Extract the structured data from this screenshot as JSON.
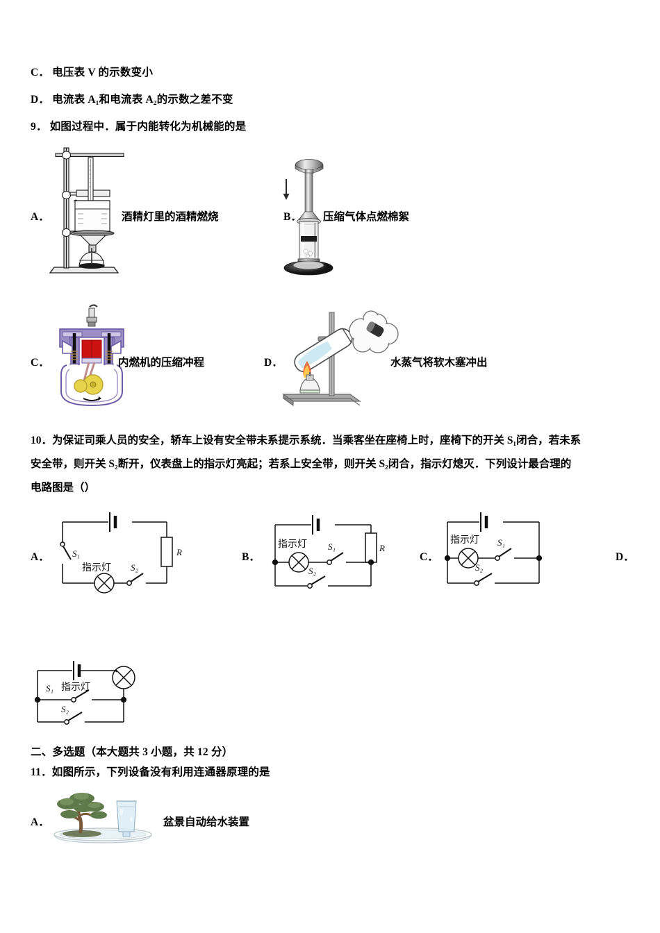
{
  "document": {
    "type": "physics-exam-paper",
    "language": "zh-CN"
  },
  "q8_options": [
    {
      "label": "C．",
      "text": "电压表 V 的示数变小"
    },
    {
      "label": "D．",
      "text": "电流表 A₁和电流表 A₂的示数之差不变"
    }
  ],
  "question9": {
    "number": "9．",
    "stem": "如图过程中．属于内能转化为机械能的是",
    "options": [
      {
        "label": "A．",
        "caption": "酒精灯里的酒精燃烧",
        "figure": "retort-stand-beaker-alcohol-lamp"
      },
      {
        "label": "B．",
        "caption": "压缩气体点燃棉絮",
        "figure": "fire-syringe"
      },
      {
        "label": "C．",
        "caption": "内燃机的压缩冲程",
        "figure": "engine-cylinder-cross-section"
      },
      {
        "label": "D．",
        "caption": "水蒸气将软木塞冲出",
        "figure": "test-tube-steam-cork"
      }
    ]
  },
  "question10": {
    "number": "10．",
    "stem_line1": "为保证司乘人员的安全，轿车上设有安全带未系提示系统．当乘客坐在座椅上时，座椅下的开关 S₁闭合，若未系",
    "stem_line2": "安全带，则开关 S₂断开，仪表盘上的指示灯亮起；若系上安全带，则开关 S₂闭合，指示灯熄灭．下列设计最合理的",
    "stem_line3": "电路图是（）",
    "options": [
      {
        "label": "A．",
        "circuit": "series-lamp-switches-resistor",
        "lamp_label": "指示灯",
        "s1": "S₁",
        "s2": "S₂",
        "resistor": "R"
      },
      {
        "label": "B．",
        "circuit": "lamp-s1-branch-s2-parallel-resistor",
        "lamp_label": "指示灯",
        "s1": "S₁",
        "s2": "S₂",
        "resistor": "R"
      },
      {
        "label": "C．",
        "circuit": "lamp-s1-branch-s2-parallel-no-resistor",
        "lamp_label": "指示灯",
        "s1": "S₁",
        "s2": "S₂"
      },
      {
        "label": "D．",
        "circuit": "lamp-top-right-s1-s2-parallel",
        "lamp_label": "指示灯",
        "s1": "S₁",
        "s2": "S₂"
      }
    ]
  },
  "section2": {
    "heading": "二、多选题（本大题共 3 小题，共 12 分）"
  },
  "question11": {
    "number": "11．",
    "stem": "如图所示，下列设备没有利用连通器原理的是",
    "options": [
      {
        "label": "A．",
        "caption": "盆景自动给水装置",
        "figure": "bonsai-auto-watering"
      }
    ]
  },
  "colors": {
    "engine_body": "#9b8ec4",
    "engine_chamber": "#cc1111",
    "engine_crank": "#e8d44a",
    "tube_water": "#cfe9f2",
    "flame": "#f05a28",
    "stand_gray": "#8a8a8a",
    "bonsai_foliage": "#5f7a4a",
    "bonsai_trunk": "#7a5a3a",
    "glass_water": "#cfe4f2",
    "ink": "#000000"
  }
}
